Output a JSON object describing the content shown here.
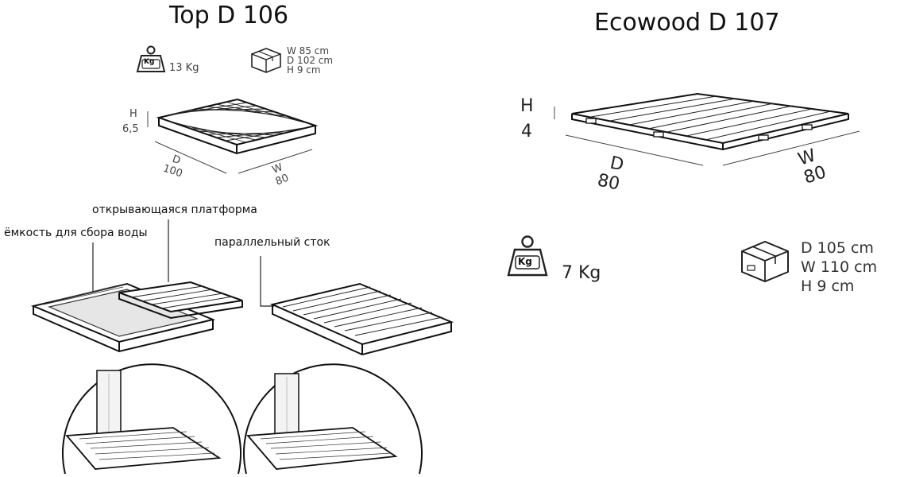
{
  "left": {
    "title": "Top D 106",
    "weight": "13 Kg",
    "weight_icon_text": "Kg",
    "package": [
      "W  85 cm",
      "D 102 cm",
      "H 9 cm"
    ],
    "height_label": "H",
    "height_value": "6,5",
    "depth_label": "D",
    "depth_value": "100",
    "width_label": "W",
    "width_value": "80",
    "labels": {
      "platform": "открывающаяся платформа",
      "container": "ёмкость для сбора воды",
      "drain": "параллельный сток"
    }
  },
  "right": {
    "title": "Ecowood D 107",
    "height_label": "H",
    "height_value": "4",
    "depth_label": "D",
    "depth_value": "80",
    "width_label": "W",
    "width_value": "80",
    "weight": "7 Kg",
    "weight_icon_text": "Kg",
    "package": [
      "D  105 cm",
      "W 110 cm",
      "H 9 cm"
    ]
  }
}
